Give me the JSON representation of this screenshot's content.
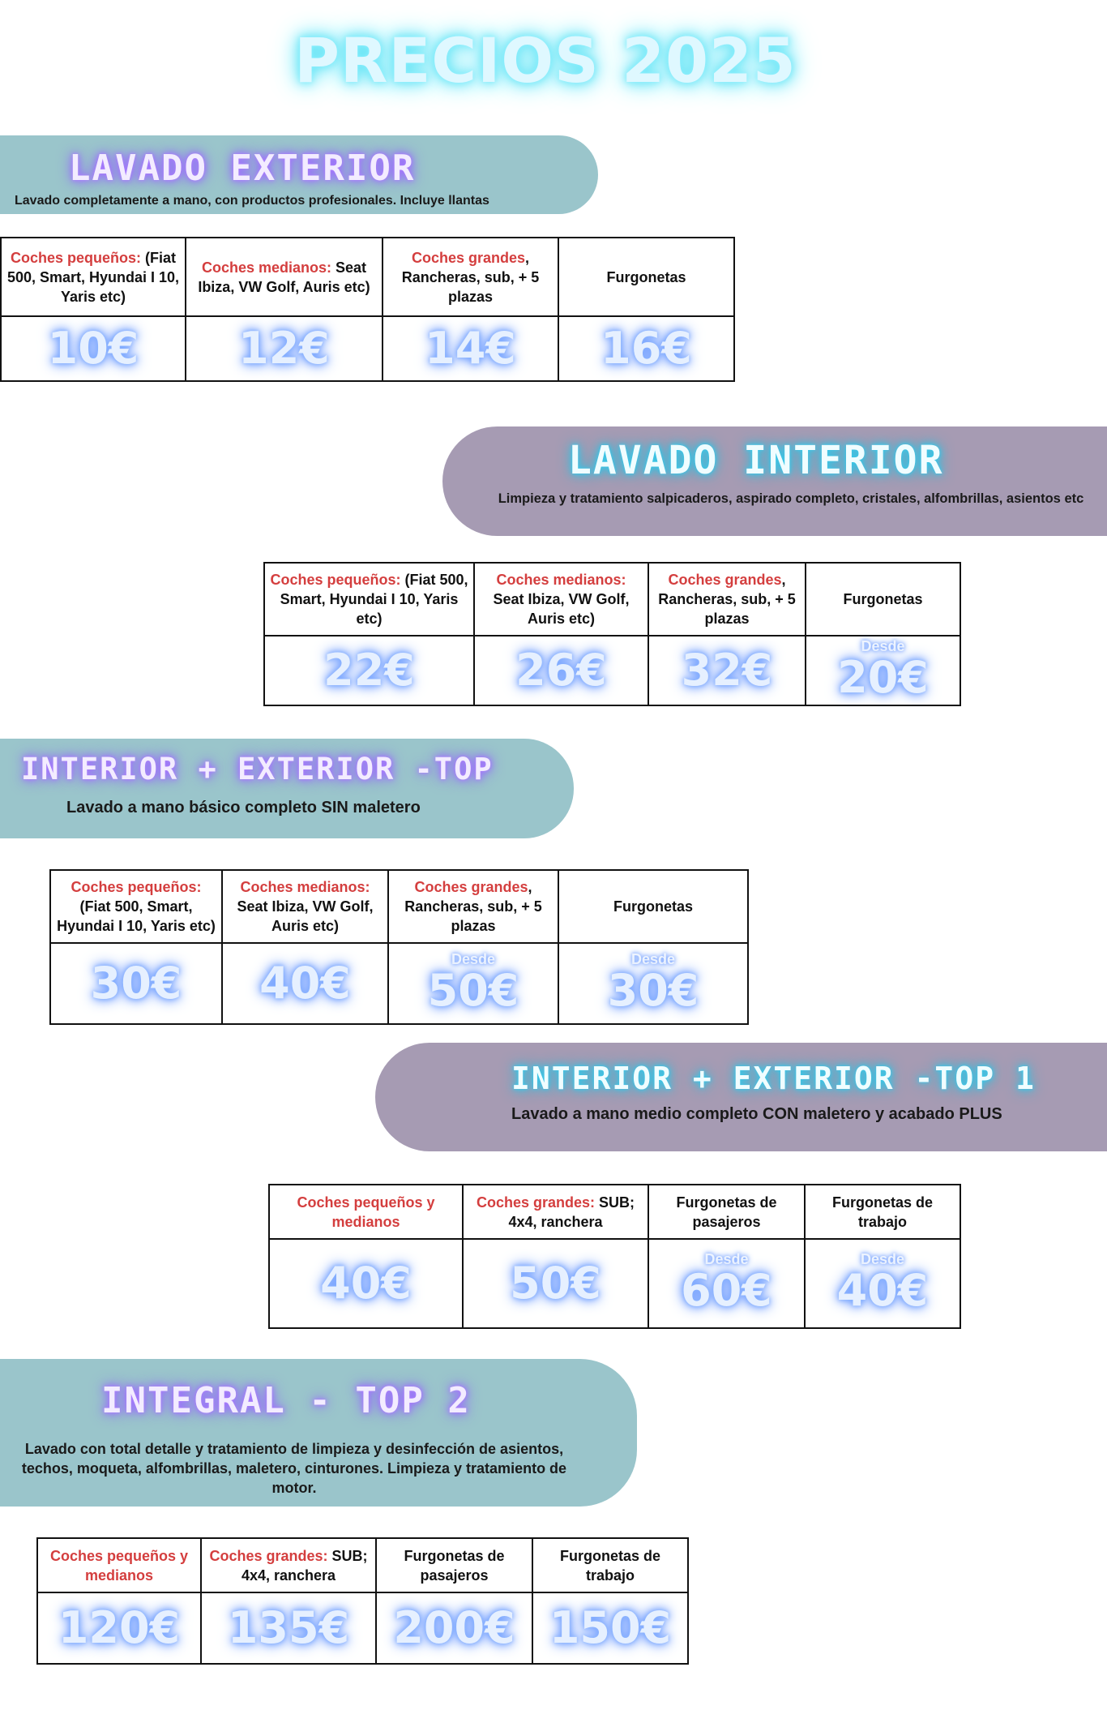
{
  "page_title": "PRECIOS 2025",
  "sections": [
    {
      "heading": "LAVADO EXTERIOR",
      "description": "Lavado completamente a mano, con productos profesionales. Incluye llantas",
      "columns": [
        {
          "red": "Coches pequeños:",
          "rest": " (Fiat 500, Smart, Hyundai I 10, Yaris etc)",
          "desde": "",
          "price": "10€"
        },
        {
          "red": "Coches medianos:",
          "rest": " Seat Ibiza, VW Golf, Auris etc)",
          "desde": "",
          "price": "12€"
        },
        {
          "red": "Coches grandes",
          "rest": ", Rancheras, sub, + 5 plazas",
          "desde": "",
          "price": "14€"
        },
        {
          "red": "",
          "rest": "Furgonetas",
          "desde": "",
          "price": "16€"
        }
      ]
    },
    {
      "heading": "LAVADO INTERIOR",
      "description": "Limpieza y tratamiento salpicaderos, aspirado completo, cristales, alfombrillas, asientos etc",
      "columns": [
        {
          "red": "Coches pequeños:",
          "rest": " (Fiat 500, Smart, Hyundai I 10, Yaris etc)",
          "desde": "",
          "price": "22€"
        },
        {
          "red": "Coches medianos:",
          "rest": " Seat Ibiza, VW Golf, Auris etc)",
          "desde": "",
          "price": "26€"
        },
        {
          "red": "Coches grandes",
          "rest": ", Rancheras, sub, + 5 plazas",
          "desde": "",
          "price": "32€"
        },
        {
          "red": "",
          "rest": "Furgonetas",
          "desde": "Desde",
          "price": "20€"
        }
      ]
    },
    {
      "heading": "INTERIOR + EXTERIOR -TOP",
      "description": "Lavado a mano básico completo SIN maletero",
      "columns": [
        {
          "red": "Coches pequeños:",
          "rest": " (Fiat 500, Smart, Hyundai I 10, Yaris etc)",
          "desde": "",
          "price": "30€"
        },
        {
          "red": "Coches medianos:",
          "rest": " Seat Ibiza, VW Golf, Auris etc)",
          "desde": "",
          "price": "40€"
        },
        {
          "red": "Coches grandes",
          "rest": ", Rancheras, sub, + 5 plazas",
          "desde": "Desde",
          "price": "50€"
        },
        {
          "red": "",
          "rest": "Furgonetas",
          "desde": "Desde",
          "price": "30€"
        }
      ]
    },
    {
      "heading": "INTERIOR + EXTERIOR -TOP 1",
      "description": "Lavado a mano medio completo CON maletero y acabado PLUS",
      "columns": [
        {
          "red": "Coches pequeños y medianos",
          "rest": "",
          "desde": "",
          "price": "40€"
        },
        {
          "red": "Coches grandes:",
          "rest": " SUB; 4x4, ranchera",
          "desde": "",
          "price": "50€"
        },
        {
          "red": "",
          "rest": "Furgonetas de pasajeros",
          "desde": "Desde",
          "price": "60€"
        },
        {
          "red": "",
          "rest": "Furgonetas de trabajo",
          "desde": "Desde",
          "price": "40€"
        }
      ]
    },
    {
      "heading": "INTEGRAL - TOP 2",
      "description": "Lavado con total detalle y tratamiento de limpieza y desinfección de asientos, techos, moqueta, alfombrillas, maletero, cinturones. Limpieza y tratamiento de motor.",
      "columns": [
        {
          "red": "Coches pequeños y medianos",
          "rest": "",
          "desde": "",
          "price": "120€"
        },
        {
          "red": "Coches grandes:",
          "rest": " SUB; 4x4, ranchera",
          "desde": "",
          "price": "135€"
        },
        {
          "red": "",
          "rest": "Furgonetas de pasajeros",
          "desde": "",
          "price": "200€"
        },
        {
          "red": "",
          "rest": "Furgonetas de trabajo",
          "desde": "",
          "price": "150€"
        }
      ]
    }
  ],
  "colors": {
    "banner_teal": "#9ac5cb",
    "banner_purple": "#a69bb3",
    "label_red": "#d43e3e",
    "price_glow": "#6c9cff",
    "title_glow": "#5fe3f5"
  }
}
